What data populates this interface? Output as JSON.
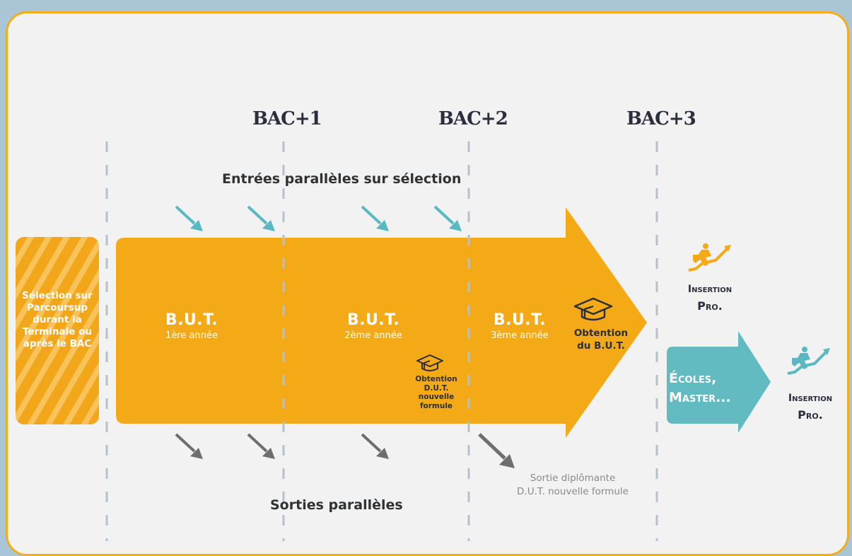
{
  "bac_labels": [
    "BAC+1",
    "BAC+2",
    "BAC+3"
  ],
  "entrees": "Entrées parallèles sur sélection",
  "sorties": "Sorties parallèles",
  "selection": {
    "lines": [
      "Sélection sur",
      "Parcoursup",
      "durant la",
      "Terminale ou",
      "après le BAC"
    ]
  },
  "years": [
    {
      "title": "B.U.T.",
      "subtitle": "1ère année"
    },
    {
      "title": "B.U.T.",
      "subtitle": "2ème année"
    },
    {
      "title": "B.U.T.",
      "subtitle": "3ème année"
    }
  ],
  "obtention_dut": {
    "lines": [
      "Obtention",
      "D.U.T.",
      "nouvelle",
      "formule"
    ]
  },
  "obtention_but": {
    "lines": [
      "Obtention",
      "du B.U.T."
    ]
  },
  "insertion_1": {
    "line1": "Insertion",
    "line2": "Pro."
  },
  "insertion_2": {
    "line1": "Insertion",
    "line2": "Pro."
  },
  "ecoles": {
    "line1": "Écoles,",
    "line2": "Master..."
  },
  "sortie_diplomante": {
    "line1": "Sortie diplômante",
    "line2": "D.U.T. nouvelle formule"
  },
  "colors": {
    "orange": "#f4a917",
    "teal": "#62bbc1",
    "teal_arrow": "#5ab8c2",
    "gray_arrow": "#6e6e6e",
    "dash": "#b5c1ca",
    "text_dark": "#2b2e3c"
  },
  "icons": [
    "graduation-cap-icon",
    "running-businessman-icon",
    "rising-arrow-icon"
  ]
}
